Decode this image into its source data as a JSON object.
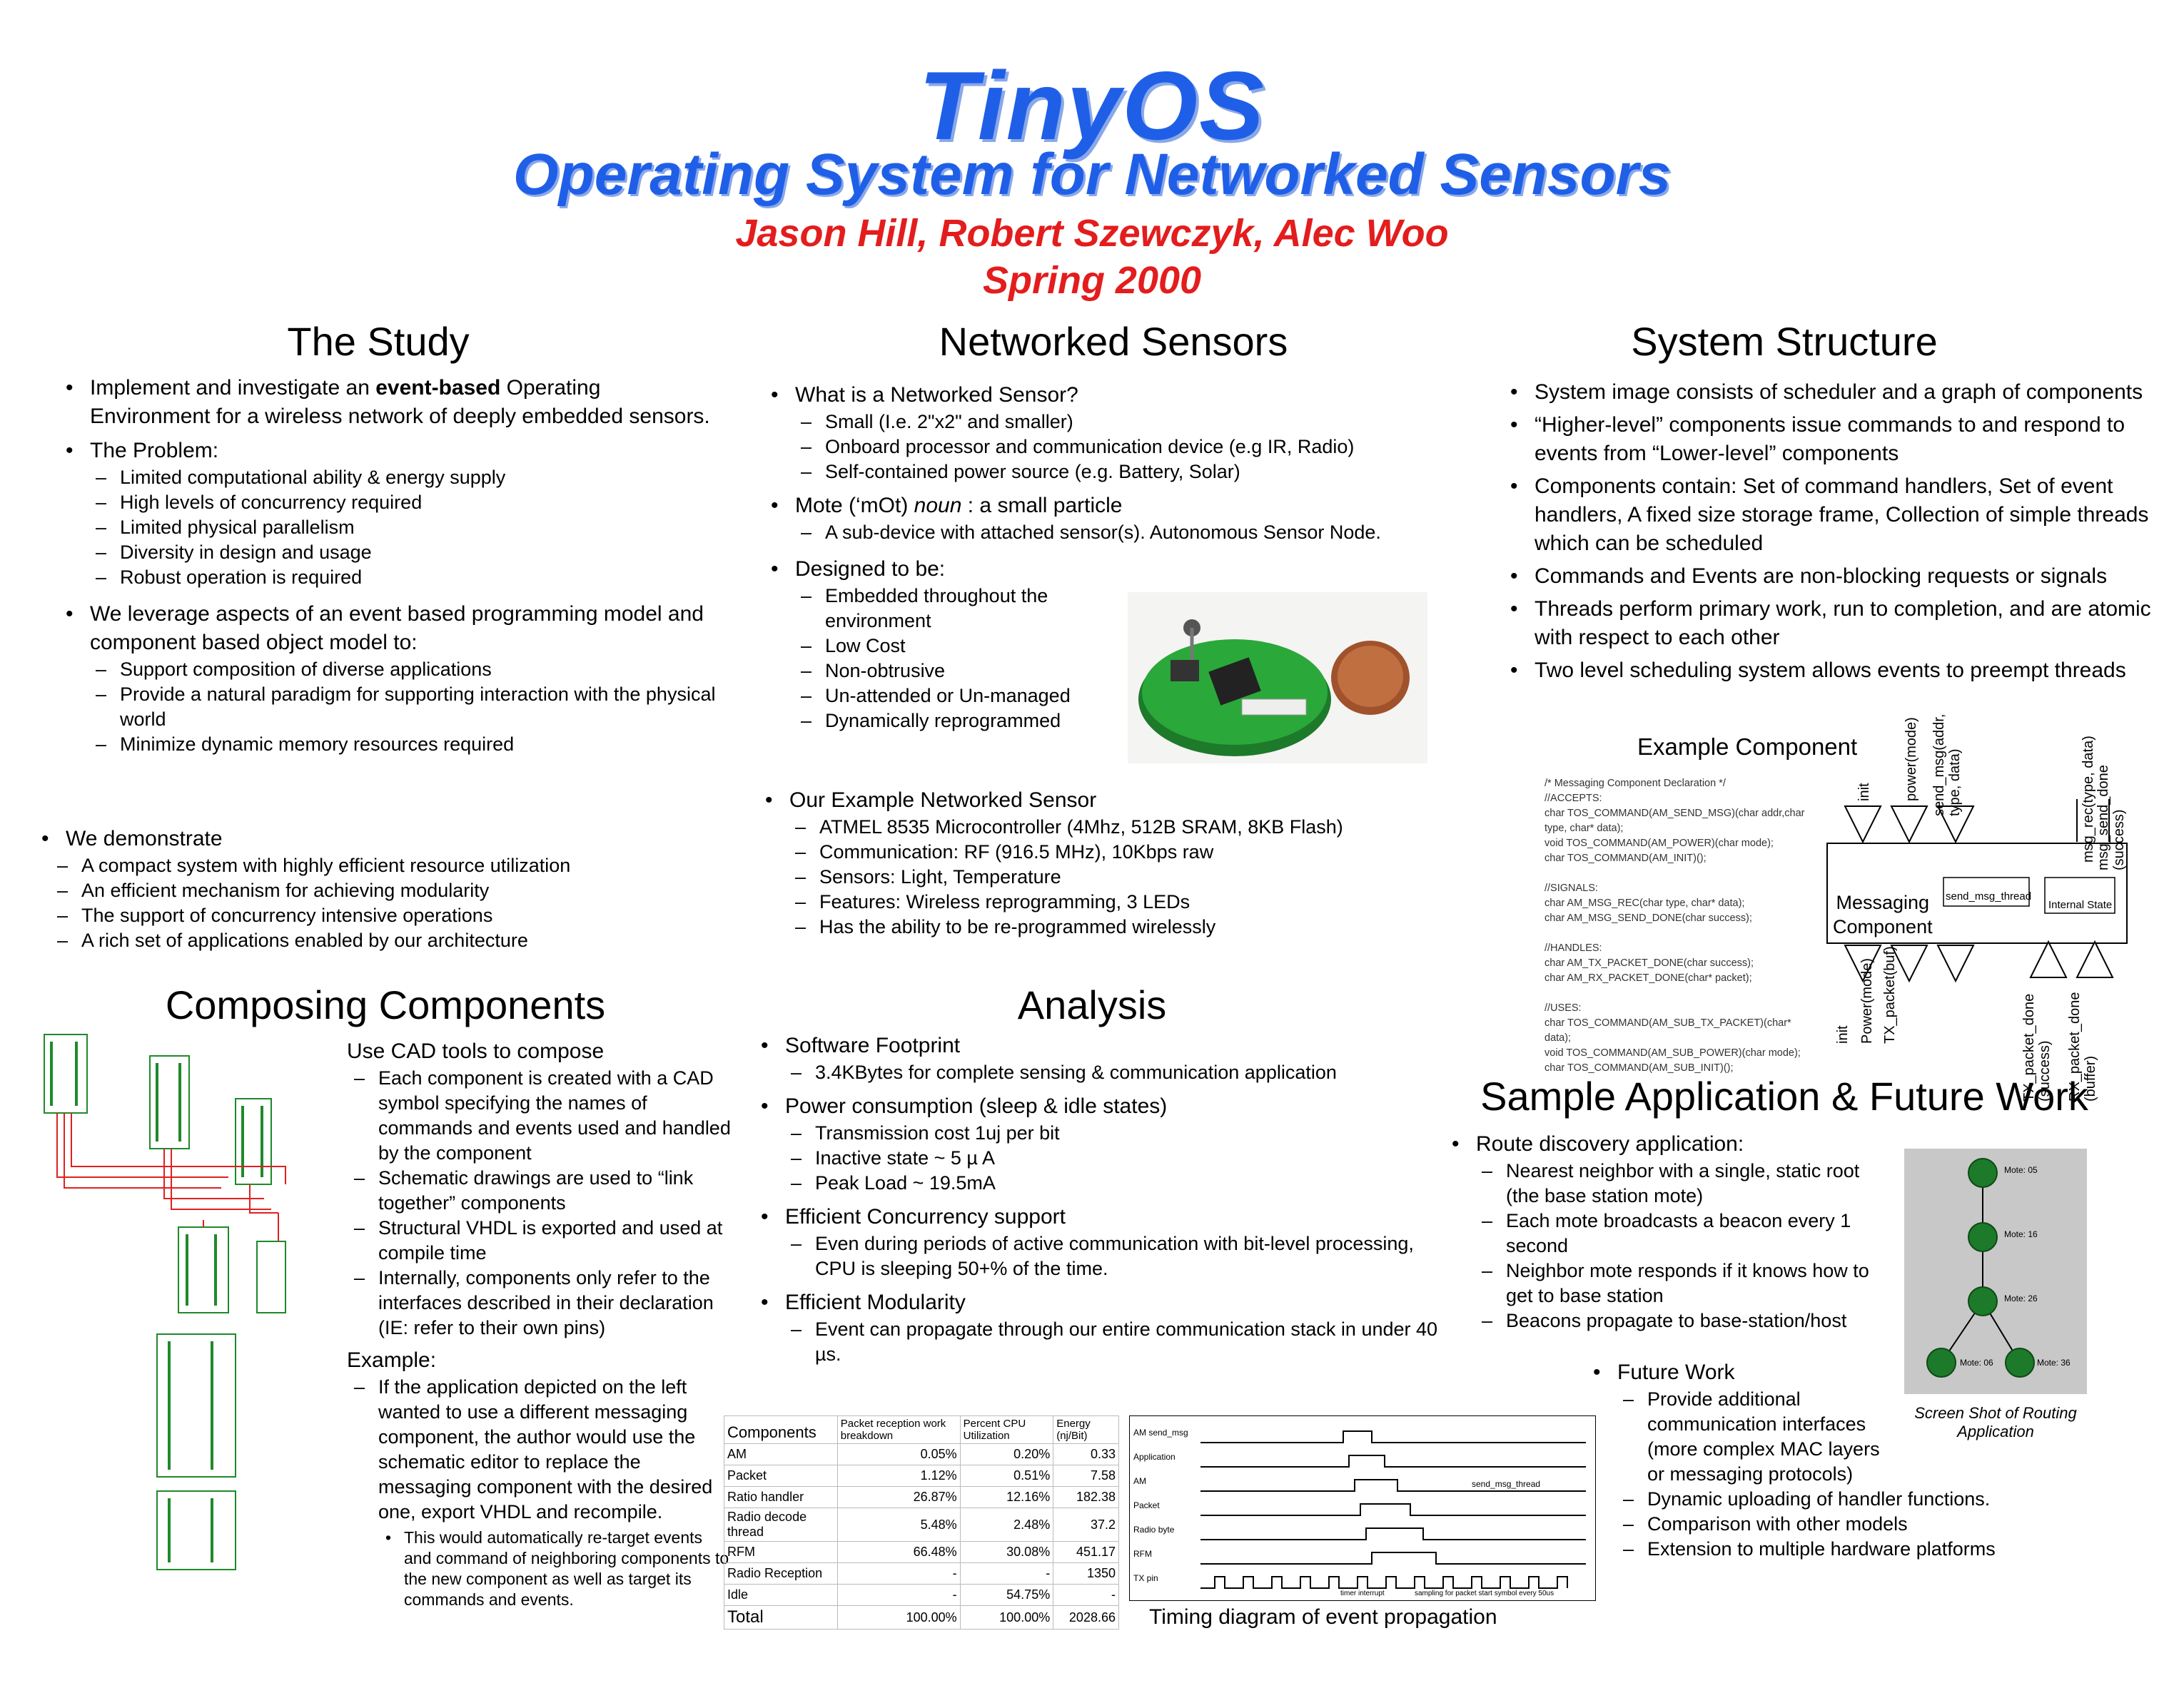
{
  "header": {
    "title": "TinyOS",
    "subtitle": "Operating System for Networked Sensors",
    "authors": "Jason Hill, Robert Szewczyk, Alec Woo",
    "term": "Spring 2000"
  },
  "study": {
    "heading": "The Study",
    "b1_pre": "Implement and investigate an ",
    "b1_bold": "event-based",
    "b1_post": " Operating Environment for a wireless network of deeply embedded sensors.",
    "b2": "The Problem:",
    "problems": [
      "Limited computational ability & energy supply",
      "High levels of concurrency required",
      "Limited physical parallelism",
      "Diversity in design and usage",
      "Robust operation is required"
    ],
    "b3": "We leverage aspects of an event based programming model and component based object model to:",
    "leverage": [
      "Support composition of diverse applications",
      "Provide a natural paradigm for supporting interaction with the physical world",
      "Minimize dynamic memory resources required"
    ],
    "b4": "We demonstrate",
    "demonstrate": [
      "A compact system with highly efficient resource utilization",
      "An efficient mechanism for achieving modularity",
      "The support of concurrency intensive operations",
      "A rich set of applications enabled by our architecture"
    ]
  },
  "sensors": {
    "heading": "Networked Sensors",
    "b1": "What is a Networked Sensor?",
    "what": [
      "Small (I.e. 2\"x2\" and smaller)",
      "Onboard processor and communication device (e.g IR, Radio)",
      "Self-contained power source (e.g. Battery, Solar)"
    ],
    "b2_pre": "Mote (‘mOt) ",
    "b2_italic": "noun",
    "b2_post": " : a small particle",
    "mote": [
      "A sub-device with attached sensor(s). Autonomous Sensor Node."
    ],
    "b3": "Designed to be:",
    "designed": [
      "Embedded throughout the environment",
      "Low Cost",
      "Non-obtrusive",
      "Un-attended or Un-managed",
      "Dynamically reprogrammed"
    ],
    "b4": "Our Example Networked Sensor",
    "example": [
      "ATMEL 8535 Microcontroller (4Mhz, 512B SRAM, 8KB Flash)",
      "Communication: RF (916.5 MHz), 10Kbps raw",
      "Sensors: Light, Temperature",
      "Features: Wireless reprogramming, 3 LEDs",
      "Has the ability to be re-programmed wirelessly"
    ]
  },
  "structure": {
    "heading": "System Structure",
    "bullets": [
      "System image consists of scheduler and a graph of components",
      "“Higher-level” components issue commands to and respond to events from “Lower-level” components",
      "Components contain: Set of command handlers, Set of event handlers, A fixed size storage frame, Collection of simple threads which can be scheduled",
      "Commands and Events are non-blocking requests or signals",
      "Threads perform primary work, run to completion, and are atomic with respect to each other",
      "Two level scheduling system allows events to preempt threads"
    ],
    "example_title": "Example Component",
    "code": "/* Messaging Component Declaration */\n//ACCEPTS:\nchar TOS_COMMAND(AM_SEND_MSG)(char addr,char\ntype, char* data);\nvoid TOS_COMMAND(AM_POWER)(char mode);\nchar TOS_COMMAND(AM_INIT)();\n\n//SIGNALS:\nchar AM_MSG_REC(char type, char* data);\nchar AM_MSG_SEND_DONE(char success);\n\n//HANDLES:\nchar AM_TX_PACKET_DONE(char success);\nchar AM_RX_PACKET_DONE(char* packet);\n\n//USES:\nchar TOS_COMMAND(AM_SUB_TX_PACKET)(char*\ndata);\nvoid TOS_COMMAND(AM_SUB_POWER)(char mode);\nchar TOS_COMMAND(AM_SUB_INIT)();",
    "comp_label1": "Messaging",
    "comp_label2": "Component",
    "thread_label": "send_msg_thread",
    "state_label": "Internal State",
    "top_in": [
      "init",
      "power(mode)",
      "send_msg(addr, type, data)"
    ],
    "top_out": [
      "msg_rec(type, data)",
      "msg_send_done (success)"
    ],
    "bot_out": [
      "init",
      "Power(mode)",
      "TX_packet(buf)"
    ],
    "bot_in": [
      "TX_packet_done (success)",
      "RX_packet_done (buffer)"
    ]
  },
  "composing": {
    "heading": "Composing Components",
    "h1": "Use CAD tools to compose",
    "items": [
      "Each component is created with a CAD symbol specifying the names of commands and events used and handled by the component",
      "Schematic drawings are used to “link together” components",
      "Structural VHDL is exported and used at compile time",
      "Internally, components only refer to the interfaces described in their declaration (IE: refer to their own pins)"
    ],
    "h2": "Example:",
    "example": "If the application depicted on the left wanted to use a different messaging component, the author would use the schematic editor to replace the messaging component with the desired one, export VHDL and recompile.",
    "sub": "This would automatically re-target events and command of neighboring components to the new component as well as target its commands and events."
  },
  "analysis": {
    "heading": "Analysis",
    "b1": "Software Footprint",
    "footprint": [
      "3.4KBytes for complete sensing & communication application"
    ],
    "b2": "Power consumption (sleep & idle states)",
    "power": [
      "Transmission cost 1uj per bit",
      "Inactive state ~ 5 µ A",
      "Peak Load ~ 19.5mA"
    ],
    "b3": "Efficient Concurrency support",
    "concurrency": [
      "Even during periods of active communication with bit-level processing, CPU is sleeping 50+% of the time."
    ],
    "b4": "Efficient Modularity",
    "modularity": [
      "Event can propagate through our entire communication stack in under 40 µs."
    ],
    "table": {
      "headers": [
        "Components",
        "Packet reception work breakdown",
        "Percent CPU Utilization",
        "Energy (nj/Bit)"
      ],
      "rows": [
        [
          "AM",
          "0.05%",
          "0.20%",
          "0.33"
        ],
        [
          "Packet",
          "1.12%",
          "0.51%",
          "7.58"
        ],
        [
          "Ratio handler",
          "26.87%",
          "12.16%",
          "182.38"
        ],
        [
          "Radio decode thread",
          "5.48%",
          "2.48%",
          "37.2"
        ],
        [
          "RFM",
          "66.48%",
          "30.08%",
          "451.17"
        ],
        [
          "Radio Reception",
          "-",
          "-",
          "1350"
        ],
        [
          "Idle",
          "-",
          "54.75%",
          "-"
        ],
        [
          "Total",
          "100.00%",
          "100.00%",
          "2028.66"
        ]
      ]
    },
    "timing_rows": [
      "AM send_msg",
      "Application",
      "AM",
      "Packet",
      "Radio byte",
      "RFM",
      "TX pin"
    ],
    "timing_thread": "send_msg_thread",
    "timing_note1": "timer interrupt",
    "timing_note2": "sampling for packet start symbol every 50us",
    "timing_caption": "Timing diagram of event propagation"
  },
  "sample": {
    "heading": "Sample Application & Future Work",
    "b1": "Route discovery application:",
    "route": [
      "Nearest neighbor with a single, static root (the base station mote)",
      "Each mote broadcasts a beacon every 1 second",
      "Neighbor mote responds if it knows how to get to base station",
      "Beacons propagate to base-station/host"
    ],
    "b2": "Future Work",
    "future": [
      "Provide additional communication interfaces (more complex MAC layers or messaging protocols)",
      "Dynamic uploading of handler functions.",
      "Comparison with other models",
      "Extension to multiple hardware platforms"
    ],
    "motes": [
      "Mote: 05",
      "Mote: 16",
      "Mote: 26",
      "Mote: 06",
      "Mote: 36"
    ],
    "caption": "Screen Shot of Routing Application"
  },
  "colors": {
    "title_blue": "#1f5fe8",
    "author_red": "#e31d1d",
    "schematic_green": "#1e8a2a",
    "wire_red": "#e02020"
  }
}
